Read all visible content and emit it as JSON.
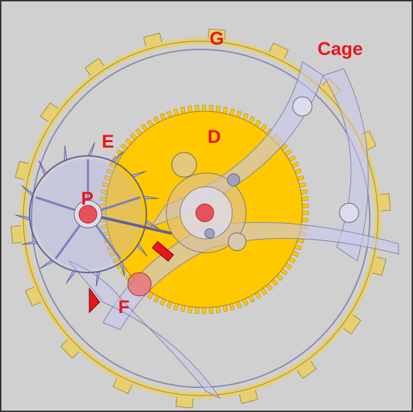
{
  "diagram": {
    "title_labels": {
      "G": "G",
      "Cage": "Cage",
      "E": "E",
      "D": "D",
      "P": "P",
      "F": "F"
    },
    "colors": {
      "background": "#d0d0d0",
      "gear_yellow": "#ffc800",
      "ring_yellow": "#e8d070",
      "cage_lavender": "#c8c8ee",
      "label_red": "#e8161c",
      "jewel_red": "#e8505a"
    }
  }
}
